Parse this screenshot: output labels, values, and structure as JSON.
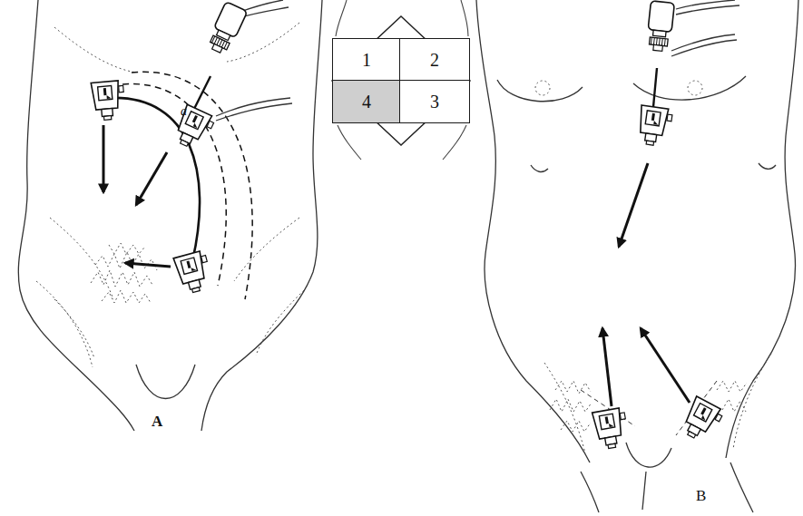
{
  "diagram": {
    "nodes": [
      {
        "text": [
          "1"
        ]
      },
      {
        "text": [
          "2"
        ]
      },
      {
        "text": [
          "4"
        ]
      },
      {
        "text": [
          "3"
        ]
      }
    ],
    "labels": [
      "a",
      "A",
      "B"
    ]
  }
}
